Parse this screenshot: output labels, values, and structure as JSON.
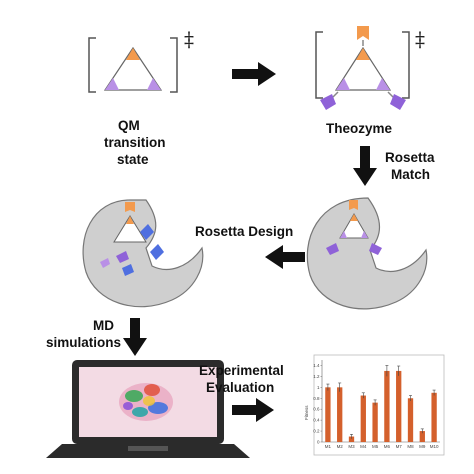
{
  "labels": {
    "qm": [
      "QM",
      "transition",
      "state"
    ],
    "theozyme": "Theozyme",
    "rosetta_match": [
      "Rosetta",
      "Match"
    ],
    "rosetta_design": "Rosetta Design",
    "md": [
      "MD",
      "simulations"
    ],
    "experimental": [
      "Experimental",
      "Evaluation"
    ],
    "dagger": "‡"
  },
  "colors": {
    "orange": "#f39a4d",
    "purple": "#b990e6",
    "blue": "#4f6fe0",
    "enzyme": "#cfcfcf",
    "bar": "#d4602c"
  },
  "chart_data": {
    "type": "bar",
    "ylabel": "Fitness",
    "categories": [
      "M1",
      "M2",
      "M3",
      "M4",
      "M5",
      "M6",
      "M7",
      "M8",
      "M9",
      "M10"
    ],
    "values": [
      1.0,
      1.0,
      0.1,
      0.85,
      0.72,
      1.3,
      1.3,
      0.8,
      0.2,
      0.9
    ],
    "errors": [
      0.06,
      0.08,
      0.04,
      0.05,
      0.05,
      0.1,
      0.09,
      0.05,
      0.04,
      0.05
    ],
    "yticks": [
      0,
      0.2,
      0.4,
      0.6,
      0.8,
      1.0,
      1.2,
      1.4
    ],
    "ylim": [
      0,
      1.5
    ]
  }
}
